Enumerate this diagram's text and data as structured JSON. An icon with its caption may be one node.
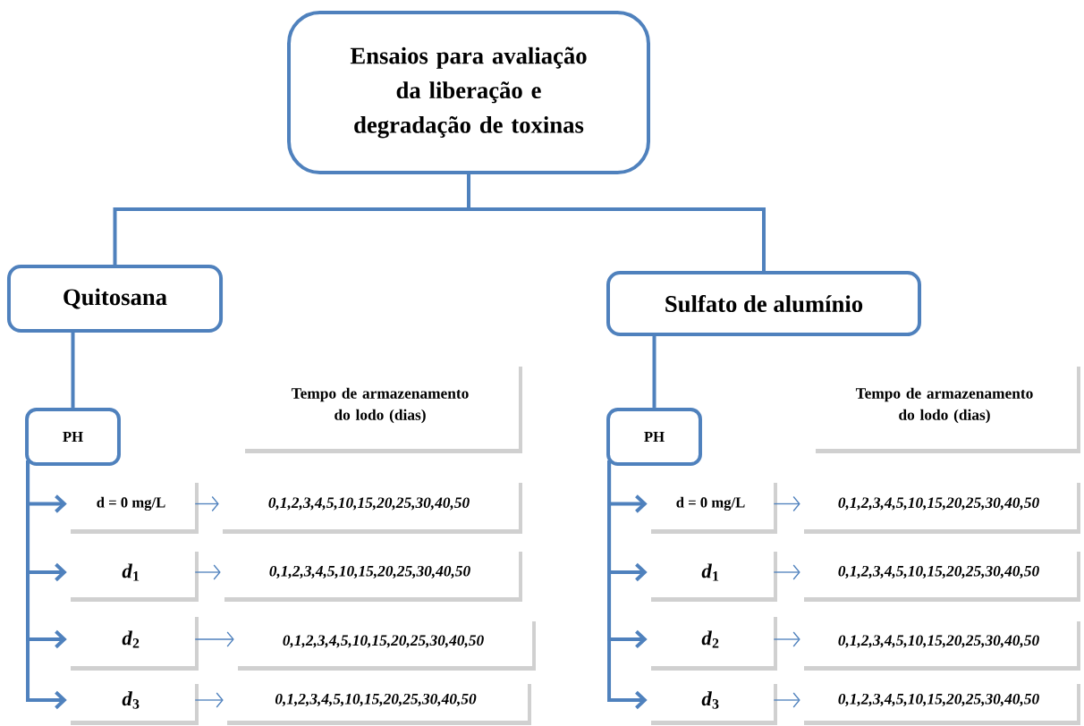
{
  "diagram": {
    "nodes": [
      {
        "text": [
          "Ensaios para avaliação da liberação e degradação de toxinas"
        ]
      },
      {
        "text": [
          "Quitosana"
        ]
      },
      {
        "text": [
          "Sulfato de alumínio"
        ]
      },
      {
        "text": [
          "PH"
        ]
      },
      {
        "text": [
          "Tempo de armazenamento do lodo (dias)"
        ]
      },
      {
        "text": [
          "d = 0 mg/L"
        ]
      },
      {
        "text": [
          "0,1,2,3,4,5,10,15,20,25,30,40,50"
        ]
      },
      {
        "text": [
          "*d*$_{1}$"
        ]
      },
      {
        "text": [
          "0,1,2,3,4,5,10,15,20,25,30,40,50"
        ]
      },
      {
        "text": [
          "*d*$_{2}$"
        ]
      },
      {
        "text": [
          "0,1,2,3,4,5,10,15,20,25,30,40,50"
        ]
      },
      {
        "text": [
          "*d*$_{3}$"
        ]
      },
      {
        "text": [
          "0,1,2,3,4,5,10,15,20,25,30,40,50"
        ]
      },
      {
        "text": [
          "PH"
        ]
      },
      {
        "text": [
          "Tempo de armazenamento do lodo (dias)"
        ]
      },
      {
        "text": [
          "d = 0 mg/L"
        ]
      },
      {
        "text": [
          "0,1,2,3,4,5,10,15,20,25,30,40,50"
        ]
      },
      {
        "text": [
          "*d*$_{1}$"
        ]
      },
      {
        "text": [
          "0,1,2,3,4,5,10,15,20,25,30,40,50"
        ]
      },
      {
        "text": [
          "*d*$_{2}$"
        ]
      },
      {
        "text": [
          "0,1,2,3,4,5,10,15,20,25,30,40,50"
        ]
      },
      {
        "text": [
          "*d*$_{3}$"
        ]
      },
      {
        "text": [
          "0,1,2,3,4,5,10,15,20,25,30,40,50"
        ]
      }
    ],
    "edges": [
      {
        "from": 0,
        "to": 1,
        "arrow": "none"
      },
      {
        "from": 0,
        "to": 2,
        "arrow": "none"
      },
      {
        "from": 1,
        "to": 3,
        "arrow": "none"
      },
      {
        "from": 2,
        "to": 13,
        "arrow": "none"
      },
      {
        "from": 3,
        "to": 5,
        "arrow": "to"
      },
      {
        "from": 3,
        "to": 7,
        "arrow": "to"
      },
      {
        "from": 3,
        "to": 9,
        "arrow": "to"
      },
      {
        "from": 3,
        "to": 11,
        "arrow": "to"
      },
      {
        "from": 5,
        "to": 6,
        "arrow": "to"
      },
      {
        "from": 7,
        "to": 8,
        "arrow": "to"
      },
      {
        "from": 9,
        "to": 10,
        "arrow": "to"
      },
      {
        "from": 11,
        "to": 12,
        "arrow": "to"
      },
      {
        "from": 13,
        "to": 15,
        "arrow": "to"
      },
      {
        "from": 13,
        "to": 17,
        "arrow": "to"
      },
      {
        "from": 13,
        "to": 19,
        "arrow": "to"
      },
      {
        "from": 13,
        "to": 21,
        "arrow": "to"
      },
      {
        "from": 15,
        "to": 16,
        "arrow": "to"
      },
      {
        "from": 17,
        "to": 18,
        "arrow": "to"
      },
      {
        "from": 19,
        "to": 20,
        "arrow": "to"
      },
      {
        "from": 21,
        "to": 22,
        "arrow": "to"
      }
    ]
  }
}
